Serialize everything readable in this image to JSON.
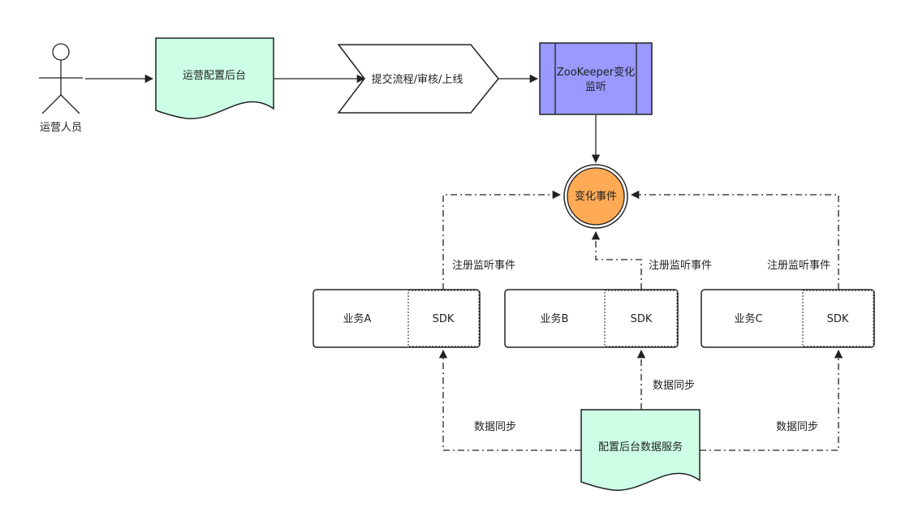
{
  "colors": {
    "doc_fill": "#ccffe6",
    "zk_fill": "#9999ff",
    "event_fill": "#ffaa55",
    "stroke": "#222222",
    "box_fill": "#ffffff"
  },
  "nodes": {
    "actor": {
      "label": "运营人员"
    },
    "ops_console": {
      "label": "运营配置后台"
    },
    "submit_flow": {
      "label": "提交流程/审核/上线"
    },
    "zookeeper": {
      "line1": "ZooKeeper变化",
      "line2": "监听"
    },
    "change_event": {
      "label": "变化事件"
    },
    "biz_a": {
      "label": "业务A",
      "sdk": "SDK"
    },
    "biz_b": {
      "label": "业务B",
      "sdk": "SDK"
    },
    "biz_c": {
      "label": "业务C",
      "sdk": "SDK"
    },
    "data_service": {
      "label": "配置后台数据服务"
    }
  },
  "edges": {
    "register_a": "注册监听事件",
    "register_b": "注册监听事件",
    "register_c": "注册监听事件",
    "sync_a": "数据同步",
    "sync_b": "数据同步",
    "sync_c": "数据同步"
  }
}
